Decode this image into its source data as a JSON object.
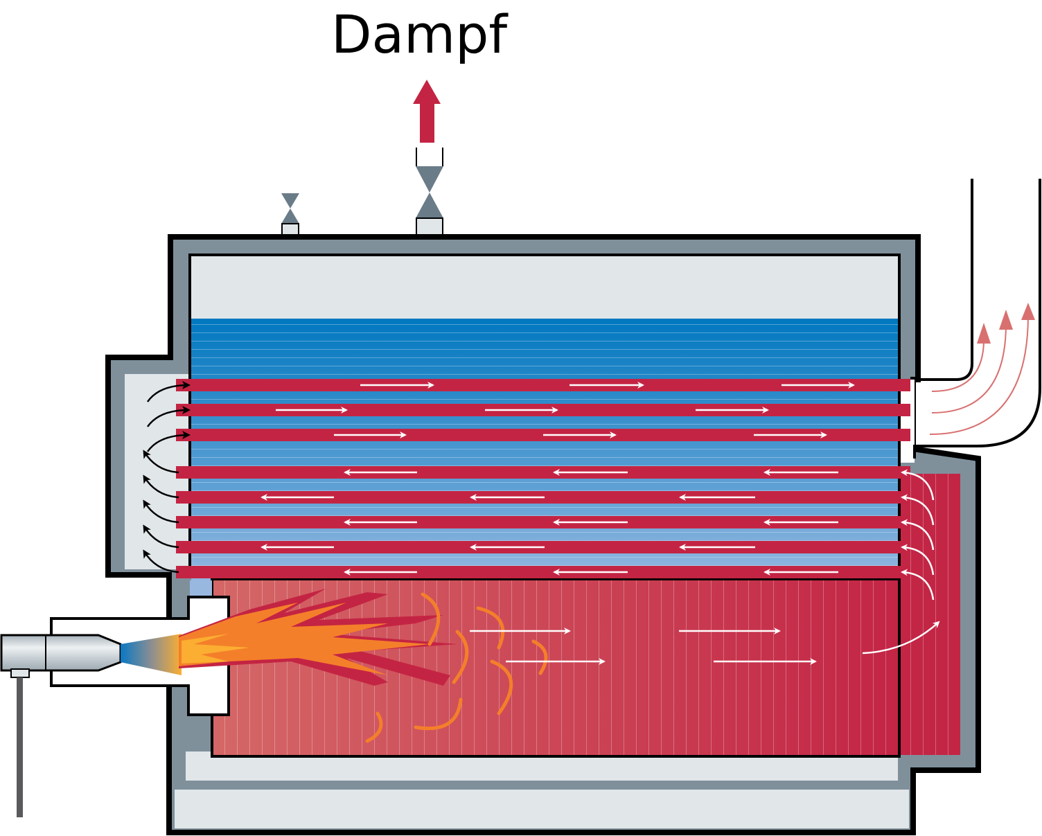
{
  "diagram": {
    "title": "Dampf",
    "type": "fire-tube steam boiler cross-section",
    "colors": {
      "outline": "#000000",
      "insulation": "#7f909b",
      "steam_space": "#e1e6e9",
      "water_top": "#0178c0",
      "water_bottom": "#8fb3de",
      "fire_tube": "#c42443",
      "furnace_left": "#d46565",
      "furnace_right": "#c32343",
      "flame_outer": "#f47f2b",
      "flame_inner": "#fbae31",
      "steam_arrow": "#c42443",
      "flue_arrow": "#d97070",
      "valve": "#6a7c88",
      "burner": "#c8d0d5"
    },
    "components": [
      {
        "id": "steam-outlet",
        "label": "Dampf",
        "flow": "up"
      },
      {
        "id": "main-steam-valve"
      },
      {
        "id": "safety-valve"
      },
      {
        "id": "burner"
      },
      {
        "id": "furnace-flame-tube"
      },
      {
        "id": "front-reversing-chamber"
      },
      {
        "id": "rear-reversing-chamber"
      },
      {
        "id": "flue-gas-stack"
      }
    ],
    "tube_passes": [
      {
        "pass": "second",
        "direction": "left",
        "tube_count": 5
      },
      {
        "pass": "third",
        "direction": "right",
        "tube_count": 3
      }
    ],
    "furnace_flow_direction": "right",
    "flue_flow_direction": "up"
  }
}
